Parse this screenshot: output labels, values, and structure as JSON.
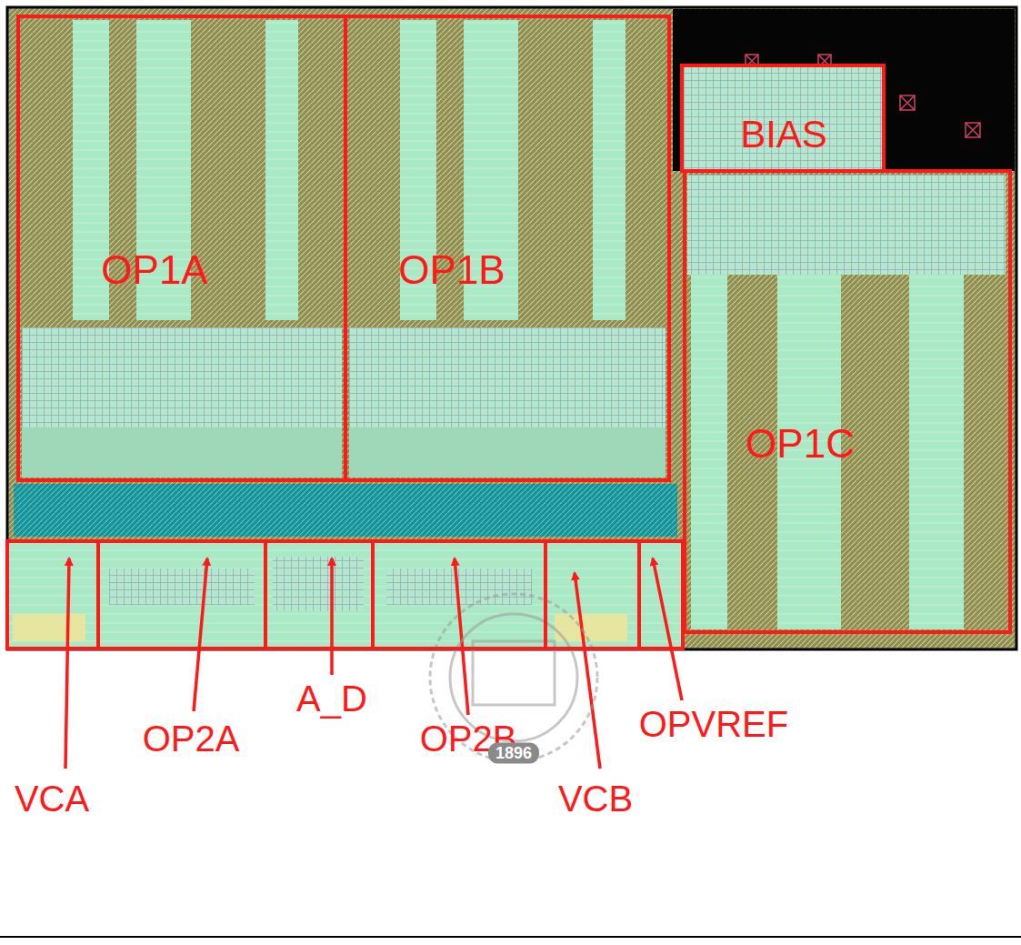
{
  "diagram": {
    "nodes": [
      {
        "text": [
          "OP1A"
        ]
      },
      {
        "text": [
          "OP1B"
        ]
      },
      {
        "text": [
          "BIAS"
        ]
      },
      {
        "text": [
          "OP1C"
        ]
      },
      {
        "text": [
          "VCA"
        ]
      },
      {
        "text": [
          "OP2A"
        ]
      },
      {
        "text": [
          "A_D"
        ]
      },
      {
        "text": [
          "OP2B"
        ]
      },
      {
        "text": [
          "VCB"
        ]
      },
      {
        "text": [
          "OPVREF"
        ]
      }
    ],
    "labels": [
      "1896"
    ]
  }
}
